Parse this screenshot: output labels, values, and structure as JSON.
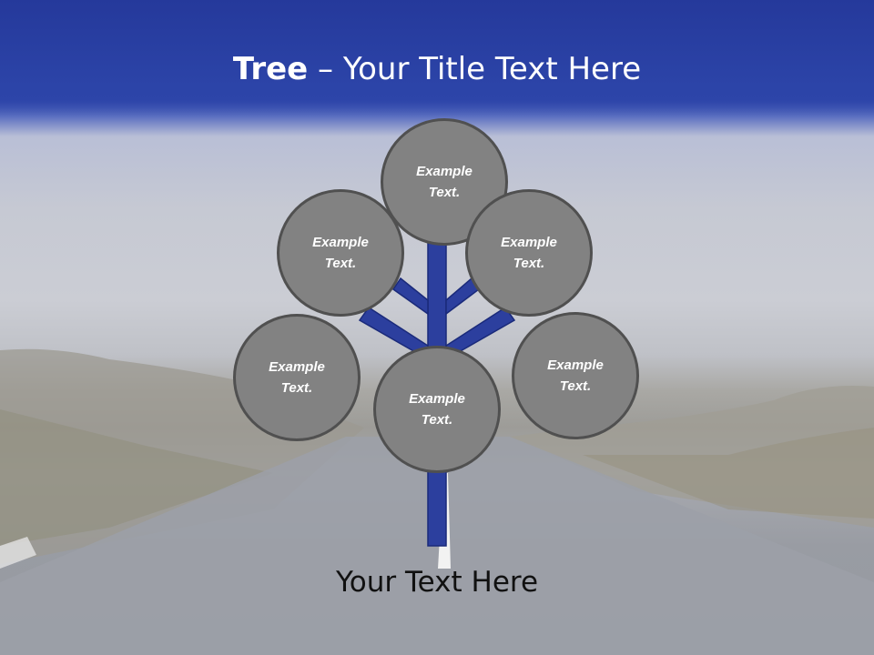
{
  "title": {
    "bold": "Tree",
    "separator": " – ",
    "rest": "Your Title Text Here"
  },
  "nodes": [
    {
      "line1": "Example",
      "line2": "Text."
    },
    {
      "line1": "Example",
      "line2": "Text."
    },
    {
      "line1": "Example",
      "line2": "Text."
    },
    {
      "line1": "Example",
      "line2": "Text."
    },
    {
      "line1": "Example",
      "line2": "Text."
    },
    {
      "line1": "Example",
      "line2": "Text."
    }
  ],
  "caption": "Your Text Here",
  "colors": {
    "banner": "#25399b",
    "trunk": "#2c3f9e",
    "circle_fill": "#828282",
    "circle_border": "#505050"
  }
}
